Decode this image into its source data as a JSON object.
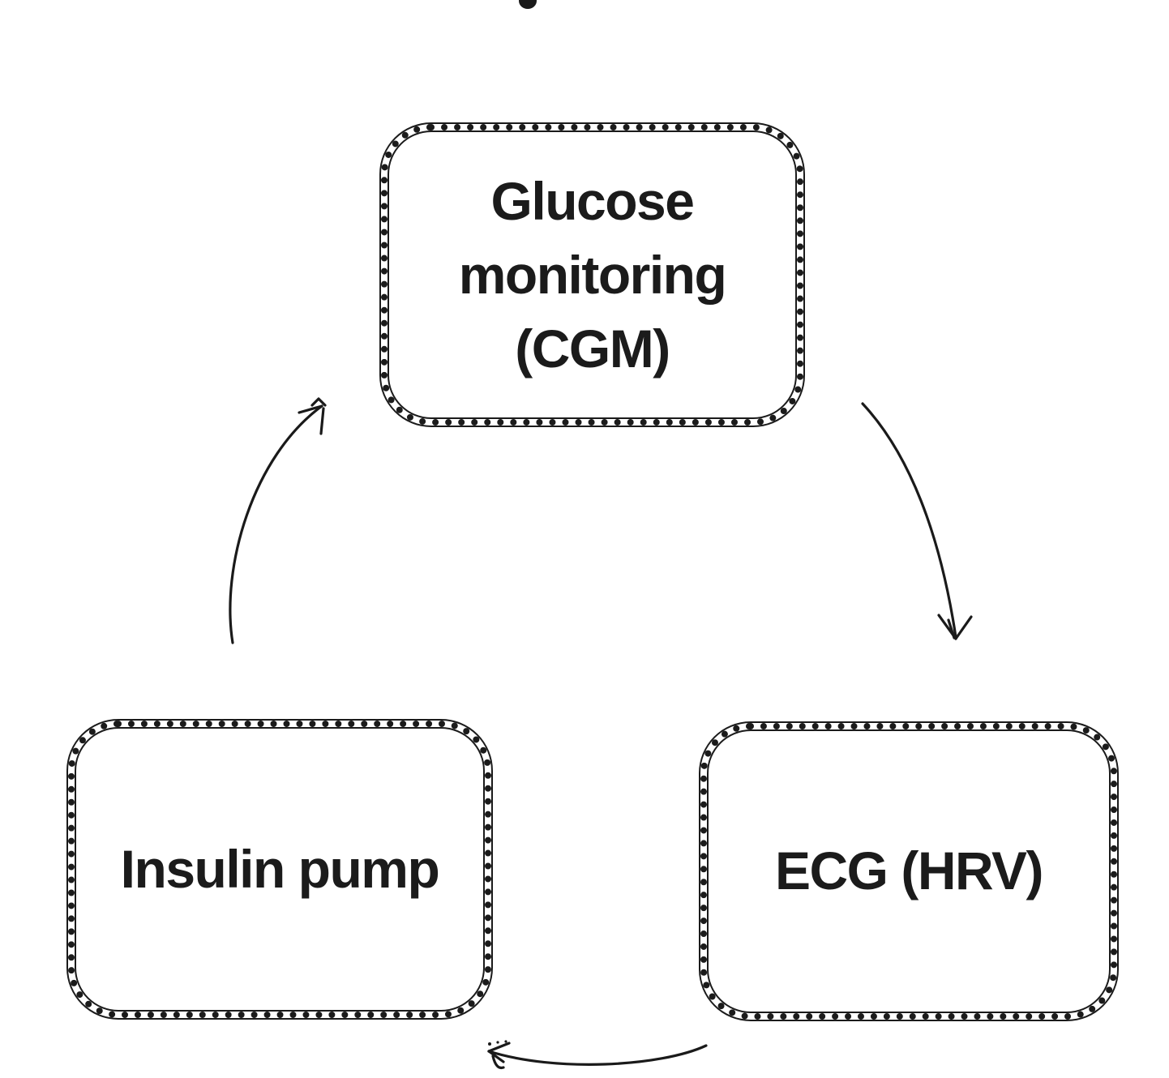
{
  "figure": {
    "type": "cycle-diagram",
    "background_color": "#ffffff",
    "ink_color": "#1b1b1b"
  },
  "nodes": {
    "cgm": {
      "label": "Glucose monitoring (CGM)",
      "lines": [
        "Glucose",
        "monitoring",
        "(CGM)"
      ]
    },
    "insulin": {
      "label": "Insulin pump"
    },
    "ecg": {
      "label": "ECG (HRV)"
    }
  },
  "arrows": [
    {
      "from": "Glucose monitoring (CGM)",
      "to": "ECG (HRV)"
    },
    {
      "from": "ECG (HRV)",
      "to": "Insulin pump"
    },
    {
      "from": "Insulin pump",
      "to": "Glucose monitoring (CGM)"
    }
  ]
}
